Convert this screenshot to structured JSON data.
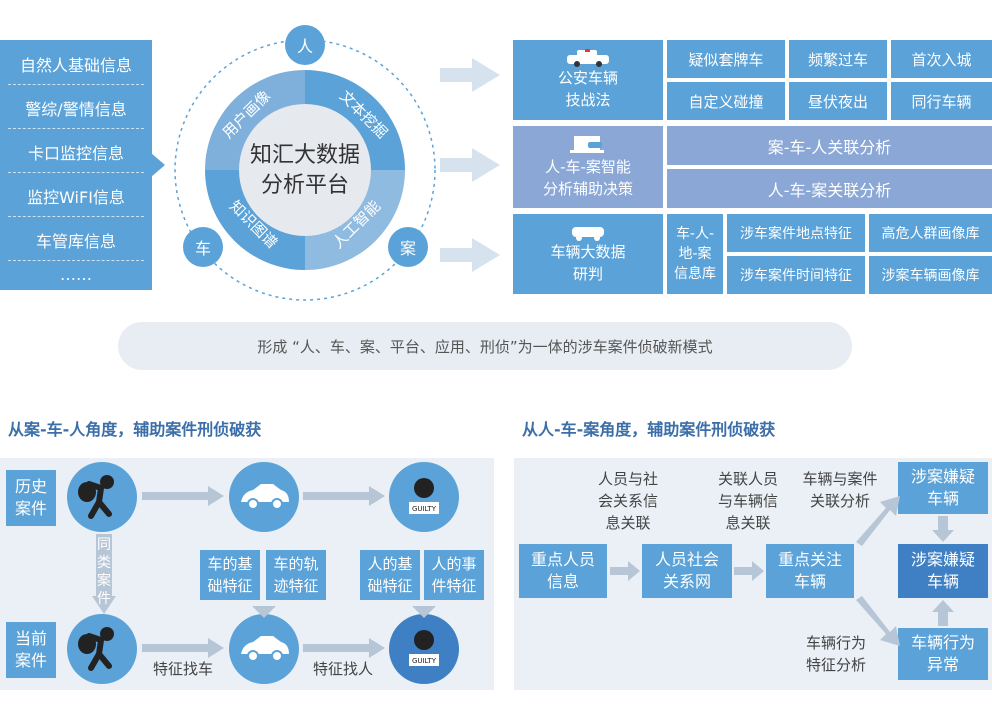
{
  "sources": [
    "自然人基础信息",
    "警综/警情信息",
    "卡口监控信息",
    "监控WiFI信息",
    "车管库信息",
    "……"
  ],
  "wheel": {
    "center_line1": "知汇大数据",
    "center_line2": "分析平台",
    "segments": [
      "用户画像",
      "文本挖掘",
      "人工智能",
      "知识图谱"
    ],
    "nodes": [
      "人",
      "车",
      "案"
    ]
  },
  "panels": [
    {
      "title_line1": "公安车辆",
      "title_line2": "技战法",
      "icon": "police-car-icon",
      "cells": [
        "疑似套牌车",
        "频繁过车",
        "首次入城",
        "自定义碰撞",
        "昼伏夜出",
        "同行车辆"
      ]
    },
    {
      "title_line1": "人-车-案智能",
      "title_line2": "分析辅助决策",
      "icon": "laptop-car-icon",
      "cells": [
        "案-车-人关联分析",
        "人-车-案关联分析"
      ]
    },
    {
      "title_line1": "车辆大数据",
      "title_line2": "研判",
      "icon": "road-car-icon",
      "side_line1": "车-人-",
      "side_line2": "地-案",
      "side_line3": "信息库",
      "cells": [
        "涉车案件地点特征",
        "高危人群画像库",
        "涉车案件时间特征",
        "涉案车辆画像库"
      ]
    }
  ],
  "banner": "形成 “人、车、案、平台、应用、刑侦”为一体的涉车案件侦破新模式",
  "left_section": {
    "title": "从案-车-人角度，辅助案件刑侦破获",
    "row1_line1": "历史",
    "row1_line2": "案件",
    "row2_line1": "当前",
    "row2_line2": "案件",
    "down_label": [
      "同",
      "类",
      "案",
      "件"
    ],
    "feat_car_basic": [
      "车的基",
      "础特征"
    ],
    "feat_car_track": [
      "车的轨",
      "迹特征"
    ],
    "feat_person_basic": [
      "人的基",
      "础特征"
    ],
    "feat_person_event": [
      "人的事",
      "件特征"
    ],
    "find_car": "特征找车",
    "find_person": "特征找人",
    "guilty": "GUILTY"
  },
  "right_section": {
    "title": "从人-车-案角度，辅助案件刑侦破获",
    "top_labels": [
      [
        "人员与社",
        "会关系信",
        "息关联"
      ],
      [
        "关联人员",
        "与车辆信",
        "息关联"
      ],
      [
        "车辆与案件",
        "关联分析"
      ]
    ],
    "flow": [
      [
        "重点人员",
        "信息"
      ],
      [
        "人员社会",
        "关系网"
      ],
      [
        "重点关注",
        "车辆"
      ]
    ],
    "suspect_top": [
      "涉案嫌疑",
      "车辆"
    ],
    "suspect_mid": [
      "涉案嫌疑",
      "车辆"
    ],
    "abnormal": [
      "车辆行为",
      "异常"
    ],
    "behavior_label": [
      "车辆行为",
      "特征分析"
    ]
  },
  "colors": {
    "primary": "#5aa2d8",
    "deep": "#3f7fc4",
    "panel_mid": "#8aa7d6",
    "title": "#3c6fa8"
  }
}
